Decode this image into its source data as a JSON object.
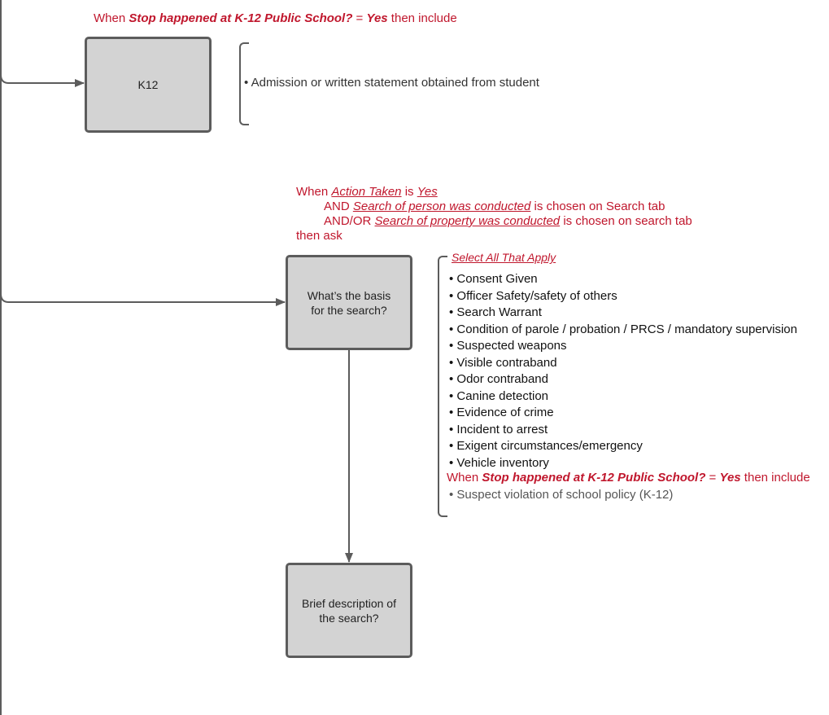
{
  "k12_section": {
    "condition": {
      "prefix": "When ",
      "field": "Stop happened at K-12 Public School?",
      "equals": " = ",
      "value": "Yes",
      "suffix": " then include"
    },
    "node_label": "K12",
    "note": "Admission or written statement obtained from student"
  },
  "search_section": {
    "condition": {
      "line1_prefix": "When ",
      "line1_field": "Action Taken",
      "line1_is": " is ",
      "line1_value": "Yes",
      "line2_prefix": "AND ",
      "line2_field": "Search of person was conducted",
      "line2_suffix": " is chosen on Search tab",
      "line3_prefix": "AND/OR ",
      "line3_field": "Search of property was conducted",
      "line3_suffix": " is chosen on search tab",
      "line4": "then ask"
    },
    "basis_node_label": "What’s the basis for the search?",
    "select_hint": "Select All That Apply",
    "options": [
      "Consent Given",
      "Officer Safety/safety of others",
      "Search Warrant",
      "Condition of parole / probation / PRCS / mandatory supervision",
      "Suspected weapons",
      "Visible contraband",
      "Odor contraband",
      "Canine detection",
      "Evidence of crime",
      "Incident to arrest",
      "Exigent circumstances/emergency",
      "Vehicle inventory"
    ],
    "k12_condition": {
      "prefix": "When ",
      "field": "Stop happened at K-12 Public School?",
      "equals": " = ",
      "value": "Yes",
      "suffix": " then include"
    },
    "k12_option": "Suspect violation of school policy (K-12)",
    "description_node_label": "Brief description of the search?"
  },
  "colors": {
    "condition_text": "#c0172d",
    "node_fill": "#d3d3d3",
    "node_border": "#5c5c5c",
    "connector": "#5c5c5c"
  }
}
